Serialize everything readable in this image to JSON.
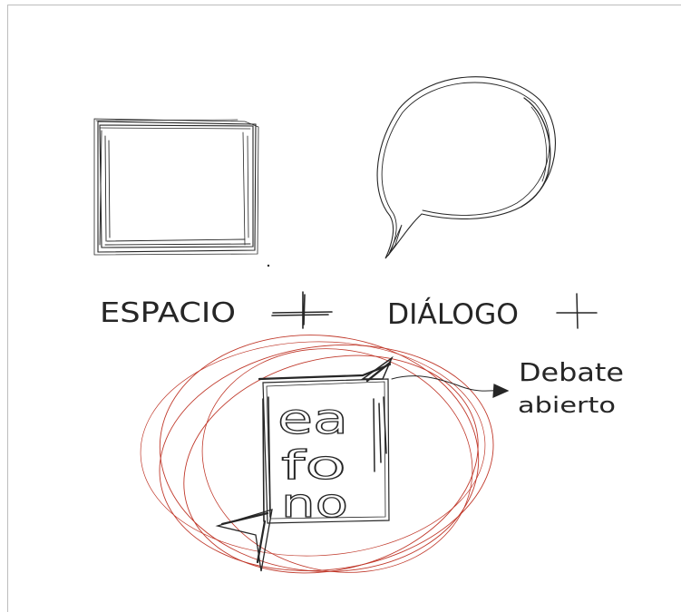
{
  "labels": {
    "espacio": "ESPACIO",
    "plus_1": "+",
    "dialogo": "DIÁLOGO",
    "plus_2": "+",
    "debate_line1": "Debate",
    "debate_line2": "abierto"
  },
  "logo": {
    "line1": "ea",
    "line2": "fo",
    "line3": "no"
  },
  "colors": {
    "pencil": "#262626",
    "red_circle": "#c0392b",
    "frame": "#bdbdbd",
    "background": "#ffffff"
  }
}
